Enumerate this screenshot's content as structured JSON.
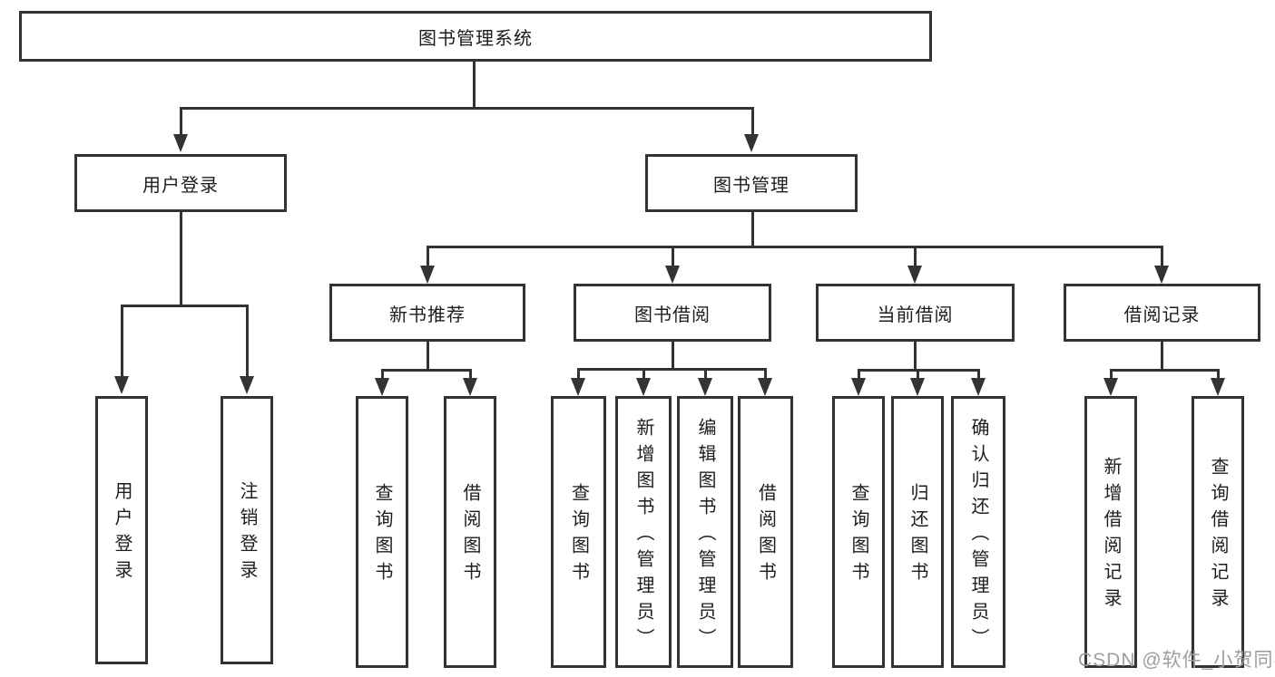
{
  "diagram_type": "hierarchy-diagram",
  "title": "图书管理系统",
  "tree": {
    "root": {
      "label": "图书管理系统"
    },
    "children": [
      {
        "label": "用户登录",
        "children": [
          {
            "label": "用户登录"
          },
          {
            "label": "注销登录"
          }
        ]
      },
      {
        "label": "图书管理",
        "children": [
          {
            "label": "新书推荐",
            "children": [
              {
                "label": "查询图书"
              },
              {
                "label": "借阅图书"
              }
            ]
          },
          {
            "label": "图书借阅",
            "children": [
              {
                "label": "查询图书"
              },
              {
                "label": "新增图书（管理员）"
              },
              {
                "label": "编辑图书（管理员）"
              },
              {
                "label": "借阅图书"
              }
            ]
          },
          {
            "label": "当前借阅",
            "children": [
              {
                "label": "查询图书"
              },
              {
                "label": "归还图书"
              },
              {
                "label": "确认归还（管理员）"
              }
            ]
          },
          {
            "label": "借阅记录",
            "children": [
              {
                "label": "新增借阅记录"
              },
              {
                "label": "查询借阅记录"
              }
            ]
          }
        ]
      }
    ]
  },
  "watermark": "CSDN @软件_小贺同学",
  "colors": {
    "background": "#ffffff",
    "line": "#333333",
    "text": "#1d1d1d",
    "watermark": "#9e9e9e"
  }
}
